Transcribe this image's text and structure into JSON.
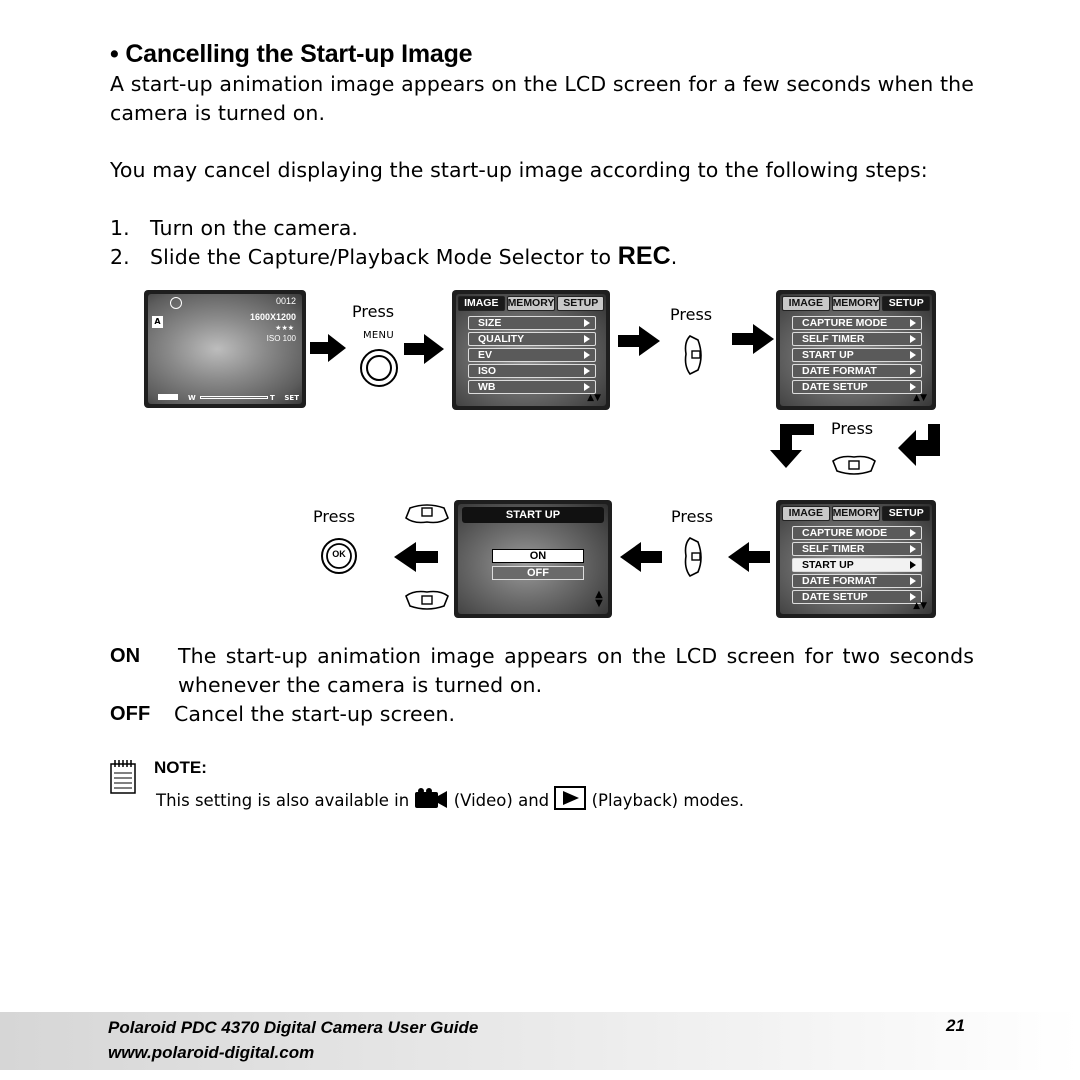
{
  "heading": {
    "bullet": "•",
    "title": "Cancelling the Start-up Image"
  },
  "intro": [
    "A start-up animation image appears on the LCD screen for a few seconds when the camera is turned on.",
    "You may cancel displaying the start-up image according to the following steps:"
  ],
  "steps": [
    {
      "num": "1.",
      "text": "Turn on the camera."
    },
    {
      "num": "2.",
      "text": "Slide the Capture/Playback Mode Selector to ",
      "emph": "REC",
      "tail": "."
    }
  ],
  "diagram": {
    "preview": {
      "counter": "0012",
      "resolution": "1600X1200",
      "quality": "★★★",
      "iso": "ISO 100",
      "zoom_w": "W",
      "zoom_t": "T",
      "right_corner": "SET"
    },
    "press_labels": [
      "Press",
      "Press",
      "Press",
      "Press",
      "Press"
    ],
    "menu_button_label": "MENU",
    "ok_button_label": "OK",
    "tabs": [
      "IMAGE",
      "MEMORY",
      "SETUP"
    ],
    "image_menu": [
      "SIZE",
      "QUALITY",
      "EV",
      "ISO",
      "WB"
    ],
    "setup_menu": [
      "CAPTURE MODE",
      "SELF TIMER",
      "START UP",
      "DATE FORMAT",
      "DATE SETUP"
    ],
    "startup_screen": {
      "title": "START UP",
      "options": [
        "ON",
        "OFF"
      ]
    },
    "scroll_indicator": "▲▼"
  },
  "definitions": [
    {
      "term": "ON",
      "text": "The start-up animation image appears on the LCD screen for two seconds whenever the camera is turned on."
    },
    {
      "term": "OFF",
      "text": "Cancel the start-up screen."
    }
  ],
  "note": {
    "title": "NOTE:",
    "pre": "This setting is also available in",
    "video": "(Video) and",
    "playback": "(Playback) modes."
  },
  "footer": {
    "title": "Polaroid PDC 4370 Digital Camera User Guide",
    "url": "www.polaroid-digital.com",
    "page": "21"
  }
}
